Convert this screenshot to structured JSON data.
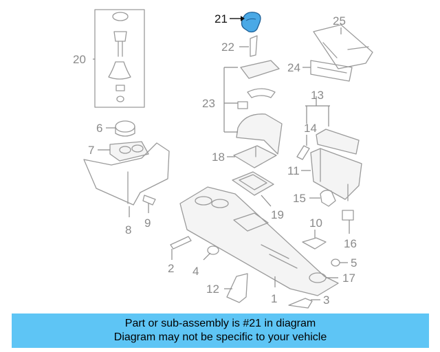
{
  "labels": {
    "p21": "21",
    "p22": "22",
    "p23": "23",
    "p25": "25",
    "p24": "24",
    "p20": "20",
    "p6": "6",
    "p7": "7",
    "p8": "8",
    "p9": "9",
    "p18": "18",
    "p13": "13",
    "p14": "14",
    "p11": "11",
    "p15": "15",
    "p19": "19",
    "p10": "10",
    "p16": "16",
    "p2": "2",
    "p4": "4",
    "p5": "5",
    "p17": "17",
    "p12": "12",
    "p1": "1",
    "p3": "3"
  },
  "highlight_part": "21",
  "colors": {
    "banner": "#5ec5f5",
    "highlight": "#3a8fd0",
    "lines": "#9a9a9a"
  },
  "banner": {
    "line1": "Part or sub-assembly is #21 in diagram",
    "line2": "Diagram may not be specific to your vehicle"
  }
}
